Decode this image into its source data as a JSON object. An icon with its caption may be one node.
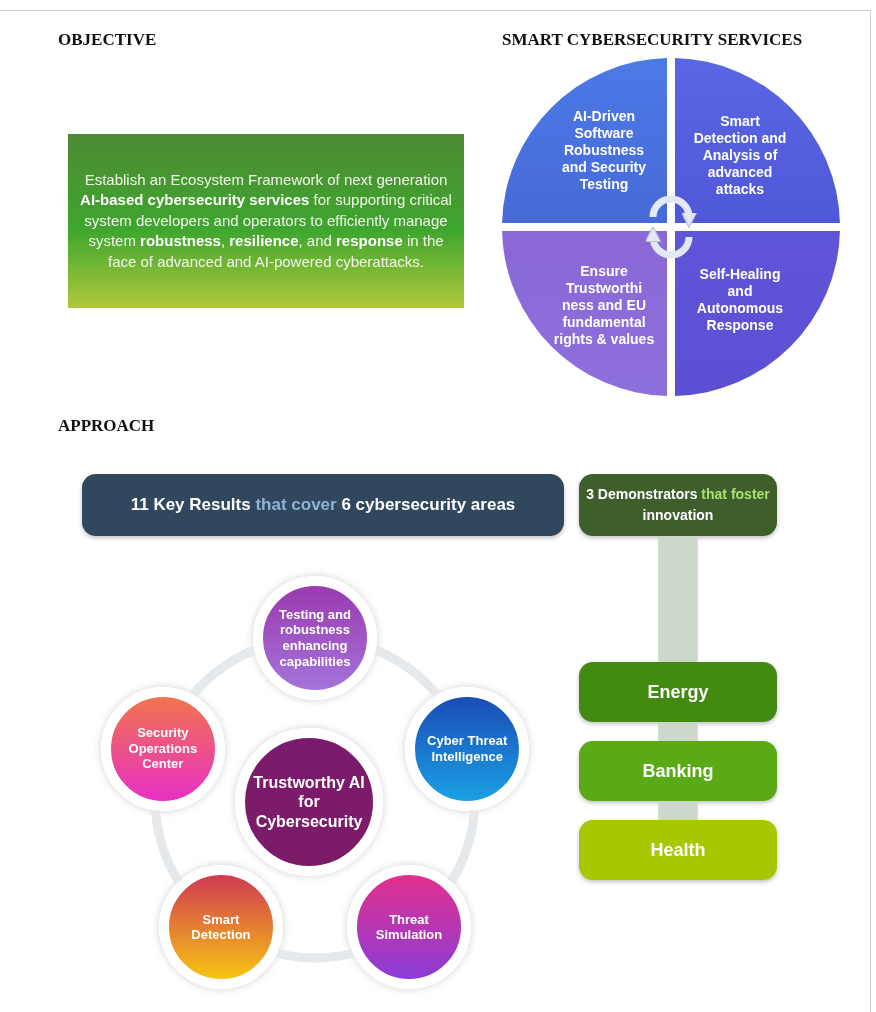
{
  "diagram": {
    "nodes": [
      {
        "text": [
          "Establish an Ecosystem Framework of next generation **AI-based cybersecurity services** for supporting critical system developers and operators to efficiently manage system **robustness**, **resilience**, and **response** in the face of advanced and AI-powered cyberattacks."
        ]
      },
      {
        "text": [
          "AI-Driven Software Robustness and Security Testing"
        ]
      },
      {
        "text": [
          "Smart Detection and Analysis of advanced attacks"
        ]
      },
      {
        "text": [
          "Ensure Trustworthi ness and EU fundamental rights & values"
        ]
      },
      {
        "text": [
          "Self-Healing and Autonomous Response"
        ]
      },
      {
        "text": [
          "**11 Key Results** that cover **6 cybersecurity areas**"
        ]
      },
      {
        "text": [
          "**3 Demonstrators** that foster **innovation**"
        ]
      },
      {
        "text": [
          "Testing and robustness enhancing capabilities"
        ]
      },
      {
        "text": [
          "Cyber Threat Intelligence"
        ]
      },
      {
        "text": [
          "Threat Simulation"
        ]
      },
      {
        "text": [
          "Smart Detection"
        ]
      },
      {
        "text": [
          "Security Operations Center"
        ]
      },
      {
        "text": [
          "Trustworthy AI for Cybersecurity"
        ]
      },
      {
        "text": [
          "Energy"
        ]
      },
      {
        "text": [
          "Banking"
        ]
      },
      {
        "text": [
          "Health"
        ]
      }
    ],
    "edges": [
      {
        "from": 1,
        "to": 2,
        "arrow": "to",
        "color": "#e2e8f4"
      },
      {
        "from": 4,
        "to": 3,
        "arrow": "to",
        "color": "#e2e8f4"
      },
      {
        "from": 7,
        "to": 8,
        "arrow": "none"
      },
      {
        "from": 8,
        "to": 9,
        "arrow": "none"
      },
      {
        "from": 9,
        "to": 10,
        "arrow": "none"
      },
      {
        "from": 10,
        "to": 11,
        "arrow": "none"
      },
      {
        "from": 11,
        "to": 7,
        "arrow": "none"
      },
      {
        "from": 6,
        "to": 13,
        "arrow": "none",
        "style": "thick",
        "color": "#cdd8ca"
      },
      {
        "from": 13,
        "to": 14,
        "arrow": "none",
        "style": "thick",
        "color": "#cdd8ca"
      },
      {
        "from": 14,
        "to": 15,
        "arrow": "none",
        "style": "thick",
        "color": "#cdd8ca"
      }
    ],
    "labels": [
      "OBJECTIVE",
      "SMART CYBERSECURITY SERVICES",
      "APPROACH"
    ]
  }
}
